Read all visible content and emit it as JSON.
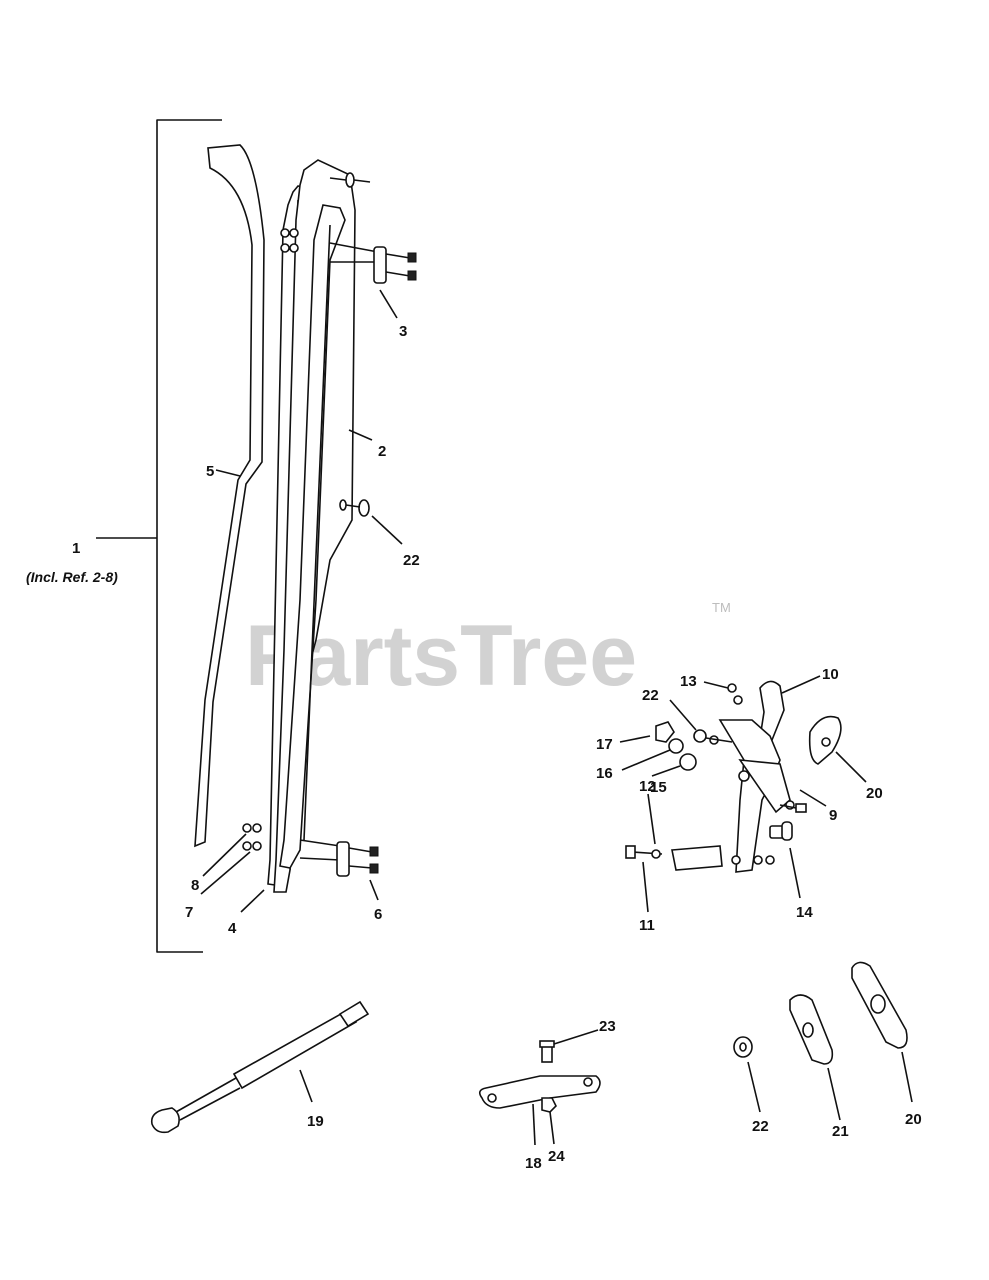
{
  "watermark": {
    "brand": "PartsTree",
    "tm": "TM"
  },
  "callouts": {
    "c1": "1",
    "c1_note": "(Incl. Ref. 2-8)",
    "c2": "2",
    "c3": "3",
    "c4": "4",
    "c5": "5",
    "c6": "6",
    "c7": "7",
    "c8": "8",
    "c9": "9",
    "c10": "10",
    "c11": "11",
    "c12": "12",
    "c13": "13",
    "c14": "14",
    "c15": "15",
    "c16": "16",
    "c17": "17",
    "c18": "18",
    "c19": "19",
    "c20a": "20",
    "c20b": "20",
    "c21": "21",
    "c22a": "22",
    "c22b": "22",
    "c22c": "22",
    "c23": "23",
    "c24": "24"
  }
}
